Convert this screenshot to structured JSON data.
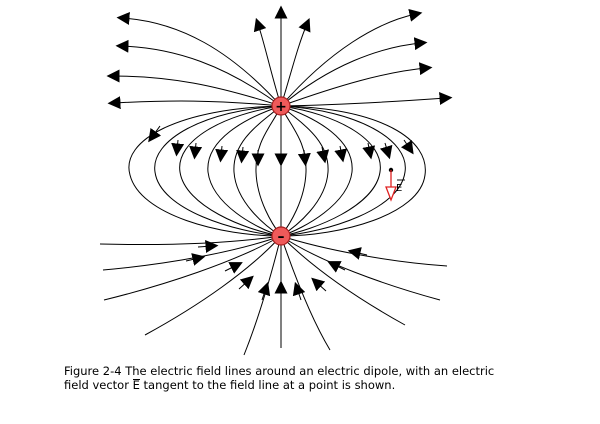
{
  "figure": {
    "charges": [
      {
        "id": "positive",
        "symbol": "+"
      },
      {
        "id": "negative",
        "symbol": "–"
      }
    ],
    "vector_label": "E",
    "caption": {
      "line1": "Figure 2-4 The electric field lines around an electric dipole, with an electric",
      "line2_before": "field vector ",
      "line2_symbol": "E",
      "line2_after": " tangent to the field line at a point is shown."
    },
    "colors": {
      "charge_fill": "#ef5a5a",
      "charge_outline": "#a61e1e",
      "field_line": "#000000",
      "vector": "#e02020"
    }
  }
}
